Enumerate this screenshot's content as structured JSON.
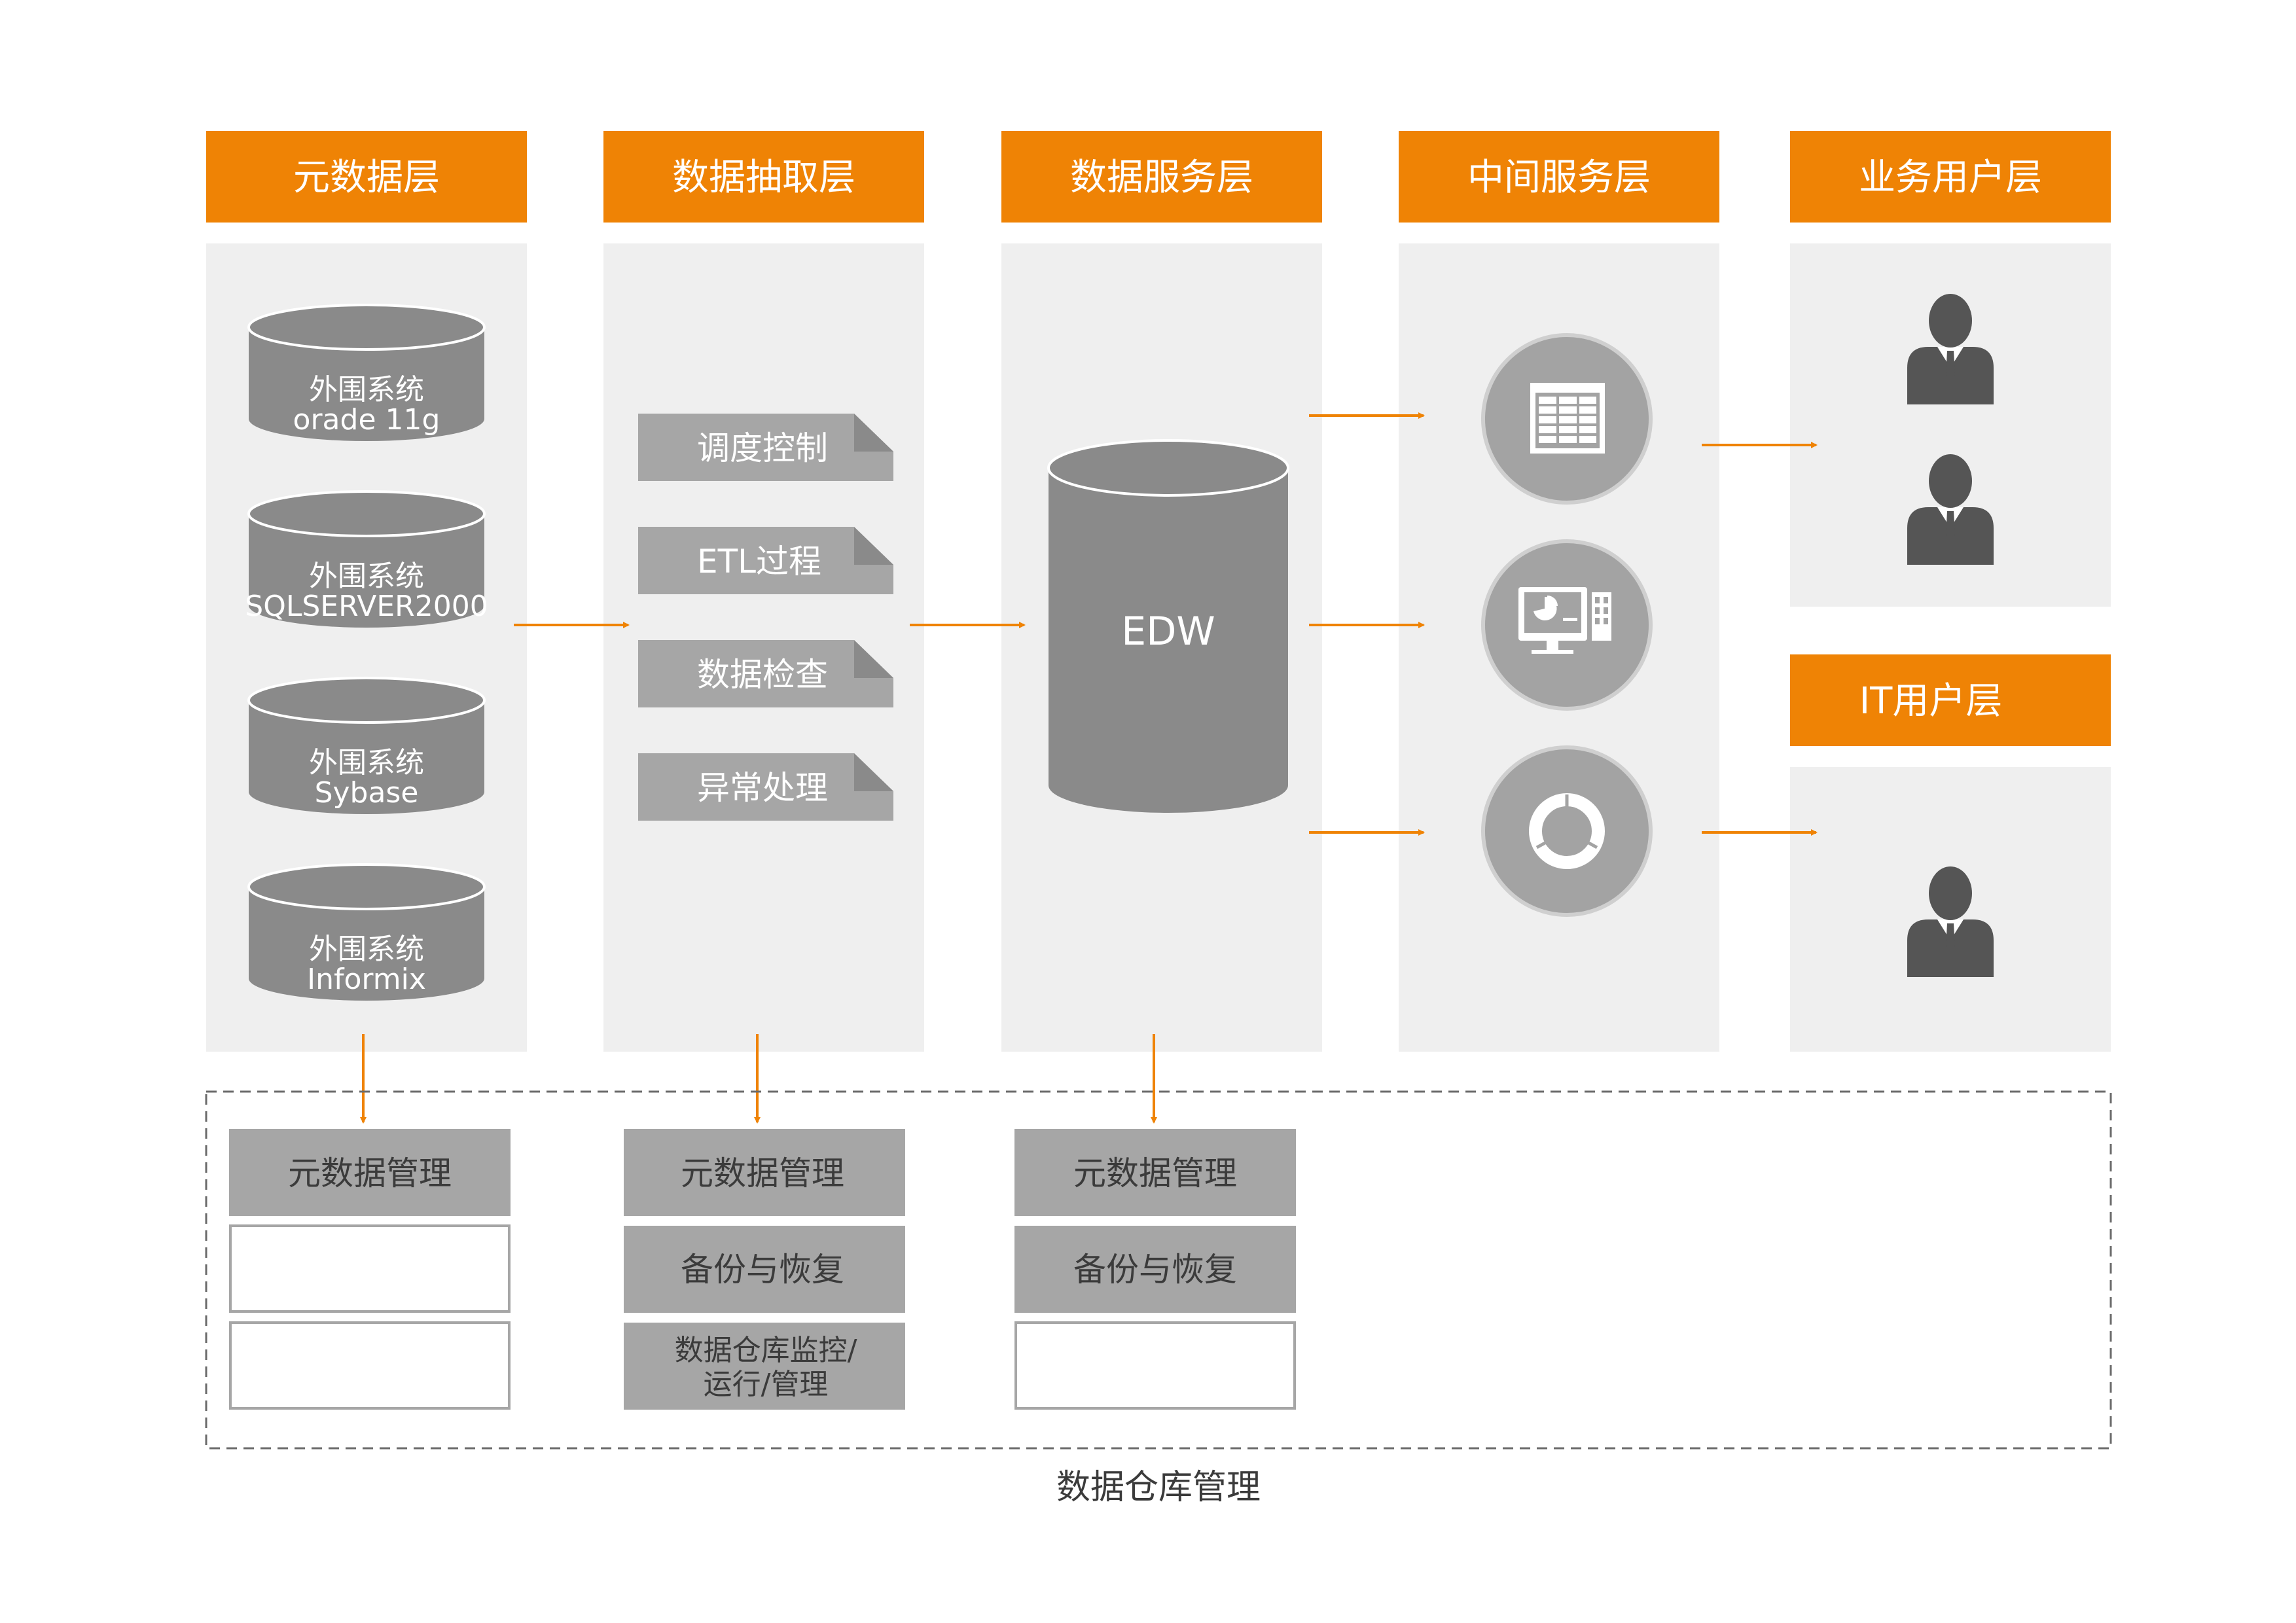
{
  "layers": {
    "metadata": "元数据层",
    "extract": "数据抽取层",
    "service": "数据服务层",
    "middle": "中间服务层",
    "business_users": "业务用户层",
    "it_users": "IT用户层"
  },
  "sources": [
    {
      "line1": "外围系统",
      "line2": "orade 11g"
    },
    {
      "line1": "外围系统",
      "line2": "SQLSERVER2000"
    },
    {
      "line1": "外围系统",
      "line2": "Sybase"
    },
    {
      "line1": "外围系统",
      "line2": "Informix"
    }
  ],
  "extract_steps": [
    "调度控制",
    "ETL过程",
    "数据检查",
    "异常处理"
  ],
  "edw_label": "EDW",
  "middle_services": [
    {
      "icon": "spreadsheet-icon"
    },
    {
      "icon": "dashboard-monitor-icon"
    },
    {
      "icon": "donut-chart-icon"
    }
  ],
  "management": {
    "col1": [
      "元数据管理",
      "",
      ""
    ],
    "col2": [
      "元数据管理",
      "备份与恢复",
      "数据仓库监控/",
      "运行/管理"
    ],
    "col3": [
      "元数据管理",
      "备份与恢复",
      ""
    ]
  },
  "footer_label": "数据仓库管理",
  "colors": {
    "accent": "#ef8305",
    "panel": "#efefef",
    "gray": "#8a8a8a",
    "block": "#a6a6a6"
  }
}
